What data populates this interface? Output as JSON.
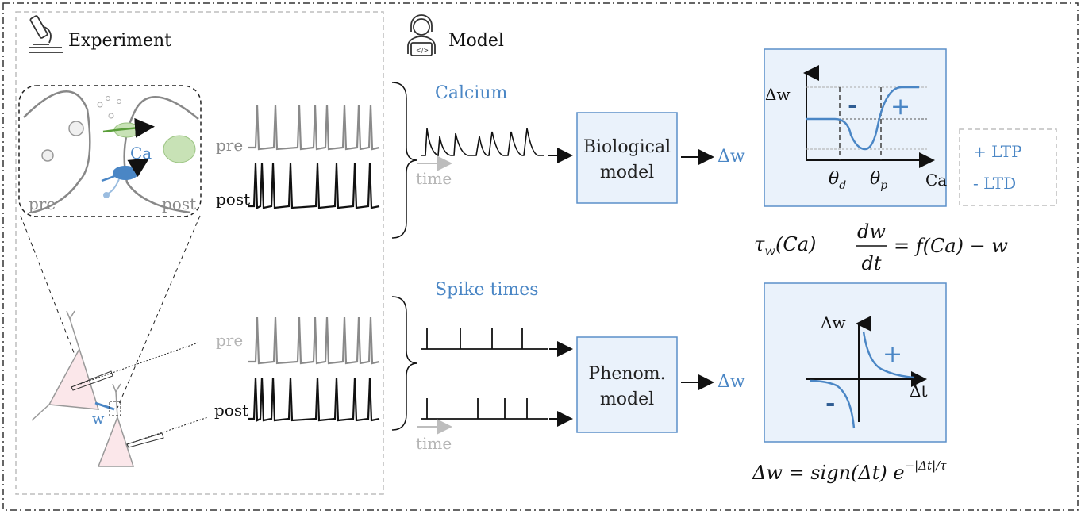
{
  "experiment": {
    "title": "Experiment",
    "inset_labels": {
      "pre": "pre",
      "post": "post",
      "ca": "Ca"
    },
    "neuron_weight_label": "w",
    "trace_labels": {
      "pre_top": "pre",
      "post_top": "post",
      "pre_bottom": "pre",
      "post_bottom": "post"
    }
  },
  "model": {
    "title": "Model",
    "calcium": {
      "label": "Calcium",
      "time_label": "time",
      "box_line1": "Biological",
      "box_line2": "model",
      "output_label": "Δw",
      "plot": {
        "y_label": "Δw",
        "x_label": "Ca",
        "theta_d": "θ",
        "theta_d_sub": "d",
        "theta_p": "θ",
        "theta_p_sub": "p",
        "minus": "-",
        "plus": "+"
      },
      "equation": "τw(Ca) dw/dt = f(Ca) − w",
      "equation_parts": {
        "lhs": "τ",
        "lhs_sub": "w",
        "lhs_arg": "(Ca)",
        "num": "dw",
        "den": "dt",
        "rhs": "= f(Ca) − w"
      }
    },
    "legend": {
      "ltp": "+ LTP",
      "ltd": "- LTD"
    },
    "spikes": {
      "label": "Spike times",
      "time_label": "time",
      "box_line1": "Phenom.",
      "box_line2": "model",
      "output_label": "Δw",
      "plot": {
        "y_label": "Δw",
        "x_label": "Δt",
        "minus": "-",
        "plus": "+"
      },
      "equation": "Δw = sign(Δt) e^(−|Δt|/τ)",
      "equation_parts": {
        "lhs": "Δw = sign(Δt) e",
        "exp": "−|Δt|/τ"
      }
    }
  },
  "colors": {
    "blue": "#4a86c5",
    "panel_fill": "#eaf2fb",
    "panel_stroke": "#5b8fc9",
    "grey": "#8a8a8a"
  }
}
